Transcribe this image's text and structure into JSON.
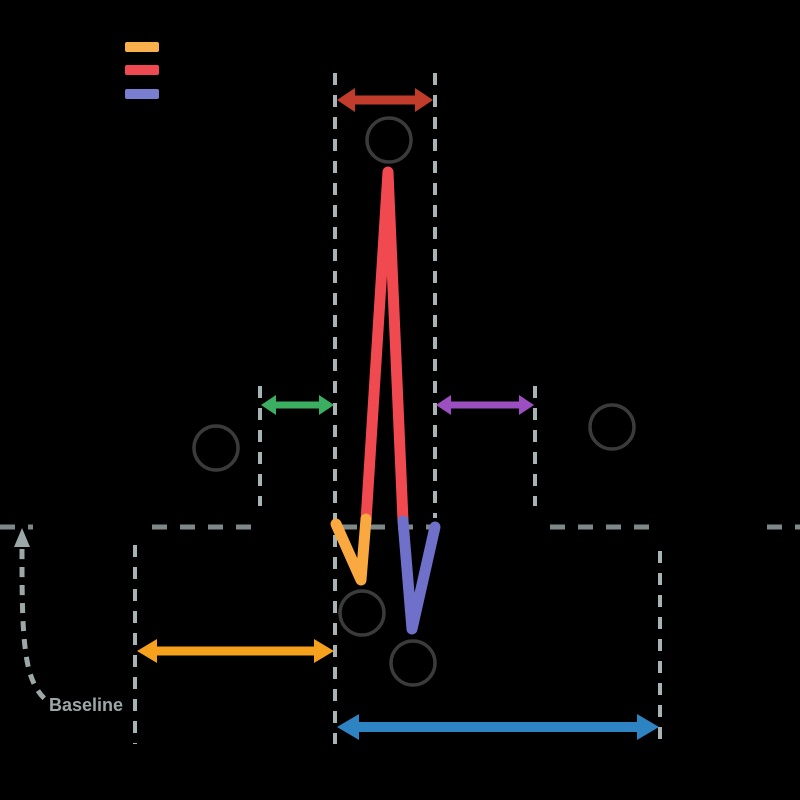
{
  "diagram": {
    "kind": "ecg-waveform-annotation-diagram"
  },
  "labels": {
    "baseline": "Baseline"
  },
  "legend": {
    "swatches": [
      {
        "name": "orange",
        "color": "#F9AF4B"
      },
      {
        "name": "red",
        "color": "#EF4A52"
      },
      {
        "name": "indigo",
        "color": "#7A7ED1"
      }
    ]
  },
  "colors": {
    "background": "#000000",
    "legend_orange": "#F9AF4B",
    "legend_red": "#EF4A52",
    "legend_indigo": "#7A7ED1",
    "wave_orange": "#F9A93F",
    "wave_red": "#F0494F",
    "wave_indigo": "#6F70C9",
    "arrow_dark_red": "#C23C2B",
    "arrow_green": "#3BAE61",
    "arrow_purple": "#9B4FC0",
    "arrow_orange": "#F5A11D",
    "arrow_blue": "#2E83C2",
    "dash_light": "#A8B3B5",
    "dash_dark": "#7E8889",
    "annotation_grey": "#9CA7A7",
    "circle_stroke": "#3B3B3B"
  }
}
